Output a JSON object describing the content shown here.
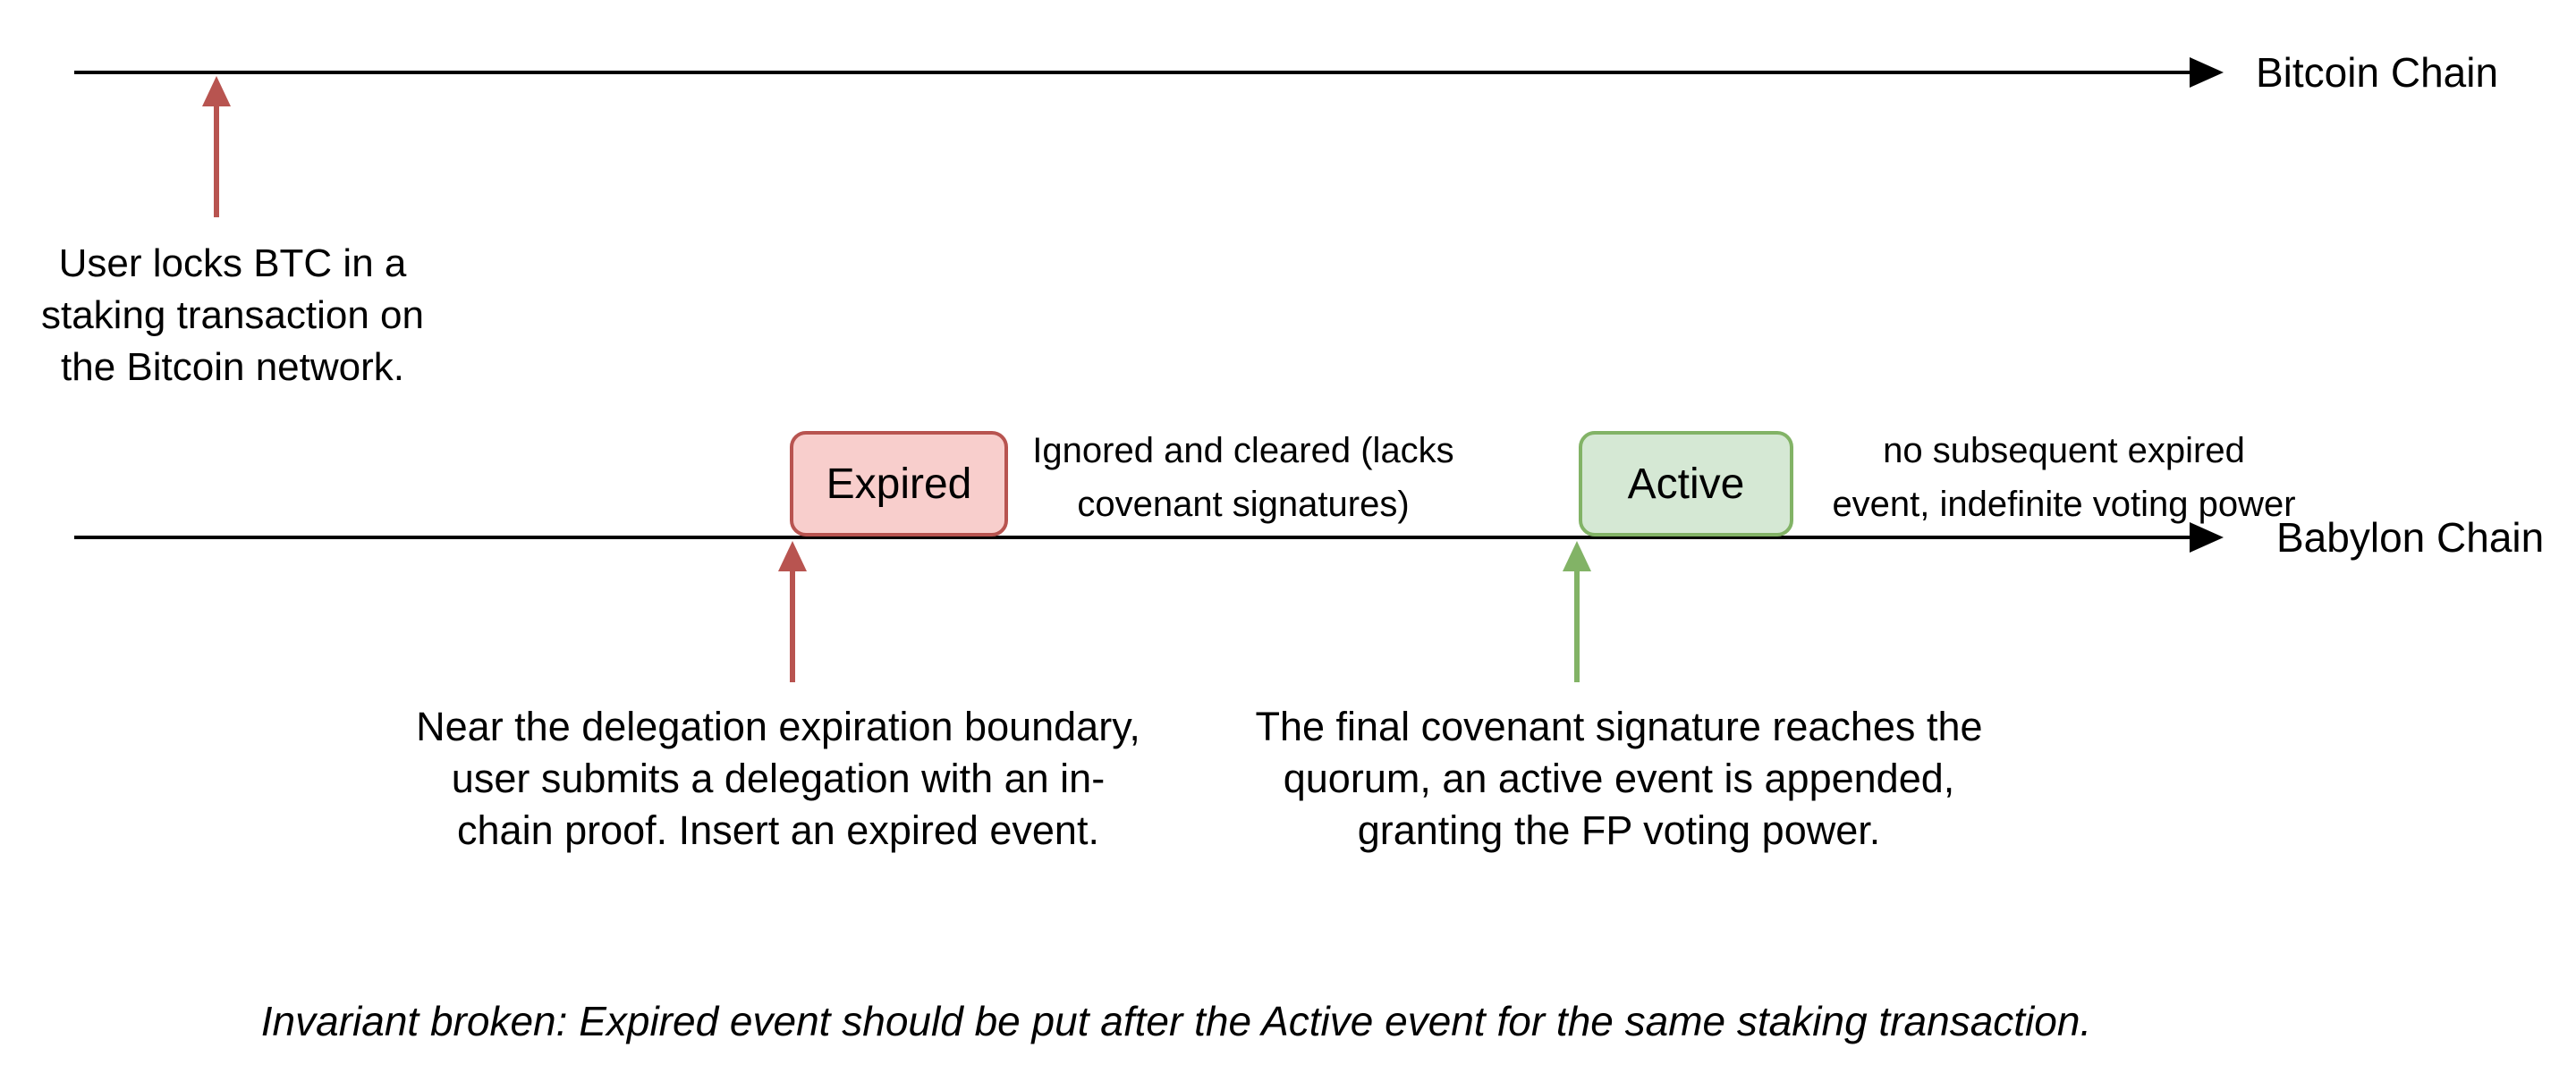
{
  "colors": {
    "red_accent": "#b85450",
    "red_fill": "#f8cecc",
    "green_accent": "#82b366",
    "green_fill": "#d5e8d4",
    "line_color": "#000000",
    "text_color": "#000000"
  },
  "bitcoin_chain": {
    "label": "Bitcoin Chain"
  },
  "babylon_chain": {
    "label": "Babylon Chain"
  },
  "events": {
    "expired": {
      "label": "Expired",
      "note_lines": [
        "Ignored and cleared (lacks",
        "covenant signatures)"
      ]
    },
    "active": {
      "label": "Active",
      "note_lines": [
        "no subsequent expired",
        "event, indefinite voting power"
      ]
    }
  },
  "annotations": {
    "lock_lines": [
      "User locks BTC in a",
      "staking transaction on",
      "the Bitcoin network."
    ],
    "expired_lines": [
      "Near the delegation expiration boundary,",
      "user submits a delegation with an in-",
      "chain proof. Insert an expired event."
    ],
    "active_lines": [
      "The final covenant signature reaches the",
      "quorum, an active event is appended,",
      "granting the FP voting power."
    ],
    "invariant": "Invariant broken: Expired event should be put after the Active event for the same staking transaction."
  }
}
